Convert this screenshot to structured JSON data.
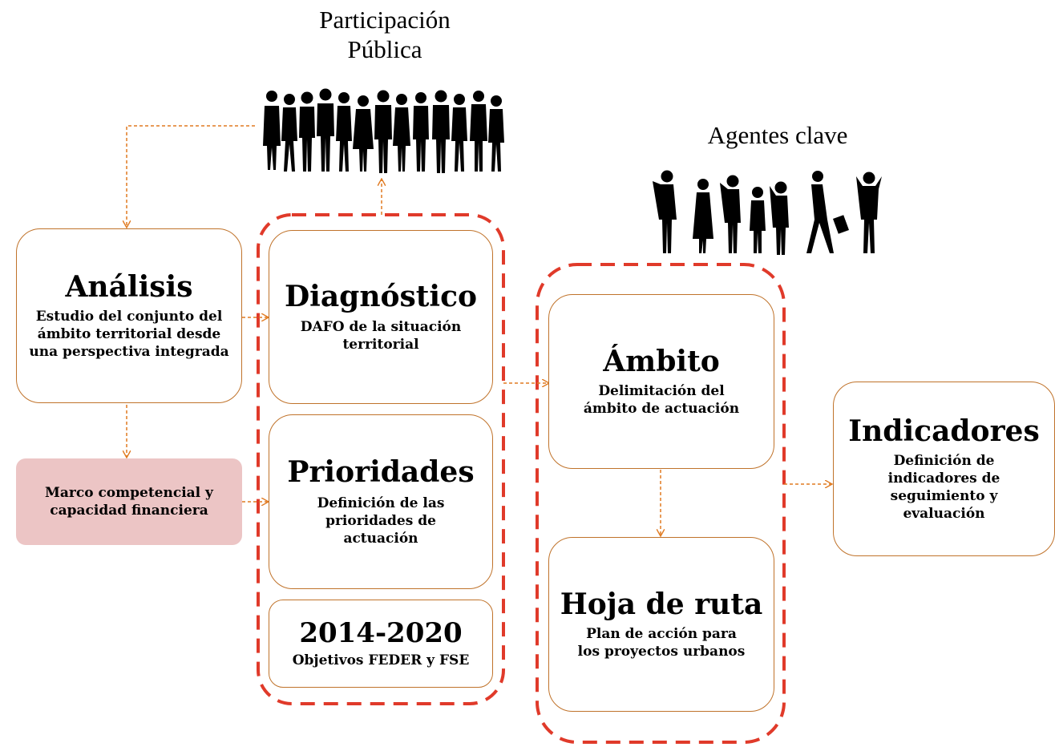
{
  "headings": {
    "participacion": "Participación Pública",
    "agentes": "Agentes clave"
  },
  "boxes": {
    "analisis": {
      "title": "Análisis",
      "desc": "Estudio del conjunto del ámbito territorial desde una perspectiva integrada"
    },
    "marco": {
      "desc": "Marco competencial y capacidad financiera"
    },
    "diagnostico": {
      "title": "Diagnóstico",
      "desc": "DAFO de la situación territorial"
    },
    "prioridades": {
      "title": "Prioridades",
      "desc": "Definición de las prioridades de actuación"
    },
    "periodo": {
      "title": "2014-2020",
      "desc": "Objetivos FEDER y FSE"
    },
    "ambito": {
      "title": "Ámbito",
      "desc": "Delimitación del ámbito de actuación"
    },
    "hoja": {
      "title": "Hoja de ruta",
      "desc": "Plan de acción para los proyectos urbanos"
    },
    "indicadores": {
      "title": "Indicadores",
      "desc": "Definición de indicadores de seguimiento y evaluación"
    }
  },
  "colors": {
    "box_border": "#c0732b",
    "arrow": "#e07a20",
    "dashed_group": "#e03a2a",
    "marco_fill": "#ecc5c5",
    "silhouette": "#000000"
  },
  "icons": [
    "crowd-silhouette-icon",
    "key-agents-silhouette-icon"
  ]
}
